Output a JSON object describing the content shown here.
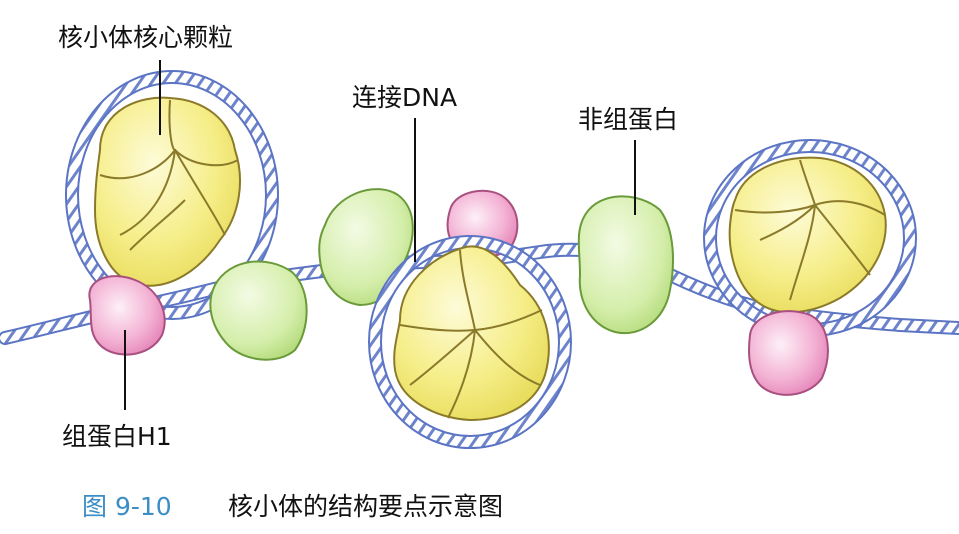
{
  "labels": {
    "core_particle": "核小体核心颗粒",
    "linker_dna": "连接DNA",
    "non_histone": "非组蛋白",
    "histone_h1": "组蛋白H1"
  },
  "caption": {
    "number": "图 9-10",
    "title": "核小体的结构要点示意图"
  },
  "colors": {
    "core_yellow": "#f6ee8a",
    "core_yellow_light": "#fbf7c4",
    "core_outline": "#8a7a2a",
    "non_histone_green": "#cdeaa0",
    "non_histone_light": "#eef8d8",
    "h1_pink": "#ef9cc6",
    "h1_light": "#fbe0ee",
    "dna_blue": "#5b74c4",
    "dna_light": "#ffffff",
    "caption_blue": "#3a8ec5"
  }
}
